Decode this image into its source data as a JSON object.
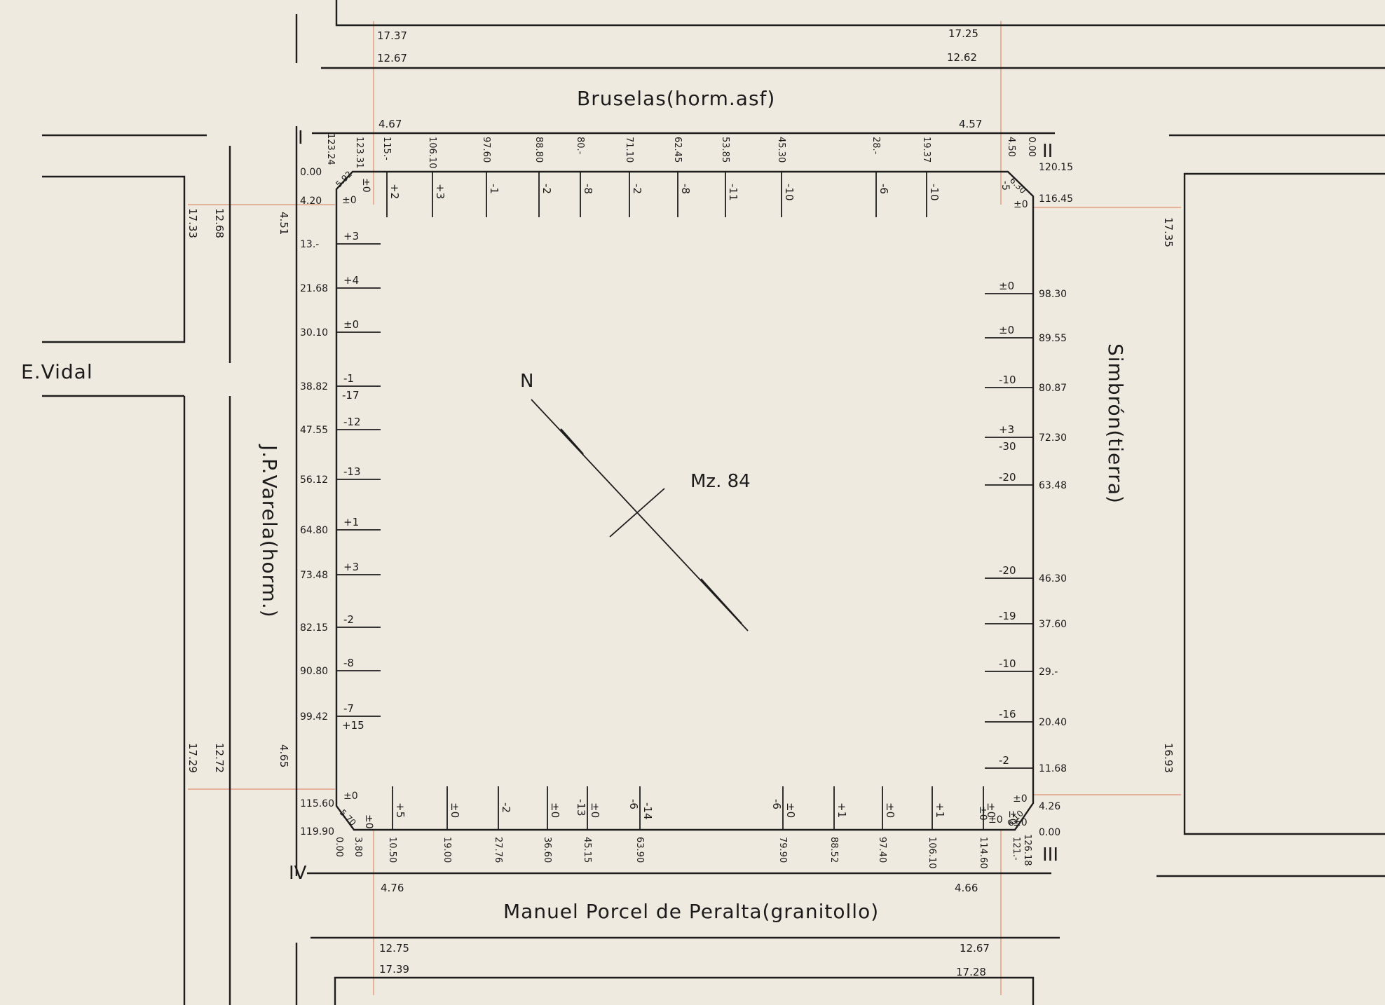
{
  "plan": {
    "block_label": "Mz. 84",
    "north_label": "N",
    "streets": {
      "north": "Bruselas(horm.asf)",
      "west": "J.P.Varela(horm.)",
      "east": "Simbrón(tierra)",
      "south": "Manuel Porcel de Peralta(granitollo)",
      "far_west": "E.Vidal"
    },
    "corners": {
      "nw": "I",
      "ne": "II",
      "se": "III",
      "sw": "IV"
    },
    "street_widths": {
      "top_left_a": "17.37",
      "top_left_b": "12.67",
      "top_right_a": "17.25",
      "top_right_b": "12.62",
      "bottom_left_a": "12.75",
      "bottom_left_b": "17.39",
      "bottom_right_a": "12.67",
      "bottom_right_b": "17.28",
      "left_top_a": "17.33",
      "left_top_b": "12.68",
      "left_bottom_a": "17.29",
      "left_bottom_b": "12.72",
      "right_top": "17.35",
      "right_bottom": "16.93"
    },
    "sidewalks": {
      "north_left": "4.67",
      "north_right": "4.57",
      "south_left": "4.76",
      "south_right": "4.66",
      "west_top": "4.51",
      "west_bottom": "4.65"
    },
    "chamfers": {
      "nw": "5.92",
      "ne": "6.30",
      "sw": "5.70",
      "se": "6.10"
    },
    "north_side": {
      "corner_left": "123.24",
      "corner_right": "0.00",
      "offsets": [
        "±0",
        "±0",
        "-5",
        "±0"
      ],
      "stations": [
        {
          "dist": "123.31",
          "level": ""
        },
        {
          "dist": "115.-",
          "level": "+2"
        },
        {
          "dist": "106.10",
          "level": "+3"
        },
        {
          "dist": "97.60",
          "level": "-1"
        },
        {
          "dist": "88.80",
          "level": "-2"
        },
        {
          "dist": "80.-",
          "level": "-8"
        },
        {
          "dist": "71.10",
          "level": "-2"
        },
        {
          "dist": "62.45",
          "level": "-8"
        },
        {
          "dist": "53.85",
          "level": "-11"
        },
        {
          "dist": "45.30",
          "level": "-10"
        },
        {
          "dist": "28.-",
          "level": "-6"
        },
        {
          "dist": "19.37",
          "level": "-10"
        },
        {
          "dist": "4.50",
          "level": ""
        }
      ]
    },
    "west_side": {
      "stations": [
        {
          "dist": "0.00",
          "level": ""
        },
        {
          "dist": "4.20",
          "level": ""
        },
        {
          "dist": "13.-",
          "level": "+3"
        },
        {
          "dist": "21.68",
          "level": "+4"
        },
        {
          "dist": "30.10",
          "level": "±0"
        },
        {
          "dist": "38.82",
          "level": "-1",
          "level2": "-17"
        },
        {
          "dist": "47.55",
          "level": "-12"
        },
        {
          "dist": "56.12",
          "level": "-13"
        },
        {
          "dist": "64.80",
          "level": "+1"
        },
        {
          "dist": "73.48",
          "level": "+3"
        },
        {
          "dist": "82.15",
          "level": "-2"
        },
        {
          "dist": "90.80",
          "level": "-8"
        },
        {
          "dist": "99.42",
          "level": "-7",
          "level2": "+15"
        },
        {
          "dist": "115.60",
          "level": ""
        },
        {
          "dist": "119.90",
          "level": ""
        }
      ]
    },
    "east_side": {
      "stations": [
        {
          "dist": "120.15",
          "level": ""
        },
        {
          "dist": "116.45",
          "level": ""
        },
        {
          "dist": "98.30",
          "level": "±0"
        },
        {
          "dist": "89.55",
          "level": "±0"
        },
        {
          "dist": "80.87",
          "level": "-10"
        },
        {
          "dist": "72.30",
          "level": "+3",
          "level2": "-30"
        },
        {
          "dist": "63.48",
          "level": "-20"
        },
        {
          "dist": "46.30",
          "level": "-20"
        },
        {
          "dist": "37.60",
          "level": "-19"
        },
        {
          "dist": "29.-",
          "level": "-10"
        },
        {
          "dist": "20.40",
          "level": "-16"
        },
        {
          "dist": "11.68",
          "level": "-2"
        },
        {
          "dist": "4.26",
          "level": ""
        },
        {
          "dist": "0.00",
          "level": ""
        }
      ],
      "corner_offsets": [
        "±0",
        "±0",
        "±0"
      ]
    },
    "south_side": {
      "corner_left": "0.00",
      "corner_right": "126.18",
      "offsets": [
        "±0",
        "±0",
        "±0",
        "±0"
      ],
      "stations": [
        {
          "dist": "3.80",
          "level": ""
        },
        {
          "dist": "10.50",
          "level": "+5"
        },
        {
          "dist": "19.00",
          "level": "±0"
        },
        {
          "dist": "27.76",
          "level": "-2"
        },
        {
          "dist": "36.60",
          "level": "±0"
        },
        {
          "dist": "45.15",
          "level": "±0",
          "level2": "-13"
        },
        {
          "dist": "63.90",
          "level": "-14",
          "level2": "-6"
        },
        {
          "dist": "79.90",
          "level": "±0",
          "level2": "-6"
        },
        {
          "dist": "88.52",
          "level": "+1"
        },
        {
          "dist": "97.40",
          "level": "±0"
        },
        {
          "dist": "106.10",
          "level": "+1"
        },
        {
          "dist": "114.60",
          "level": "±0"
        },
        {
          "dist": "121.-",
          "level": ""
        }
      ]
    }
  }
}
